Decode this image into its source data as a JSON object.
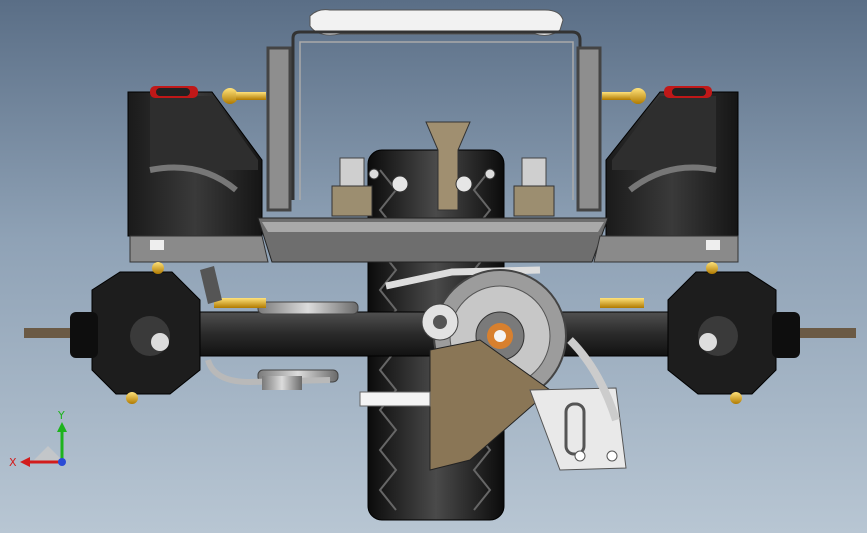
{
  "viewport": {
    "background_top": "#5a6e86",
    "background_bottom": "#b8c6d3"
  },
  "triad": {
    "x_label": "X",
    "y_label": "Y",
    "x_color": "#d21c1c",
    "y_color": "#1db31d",
    "z_color": "#2a4bd6"
  },
  "model": {
    "parts": [
      "top-plate",
      "roll-hoop",
      "side-battery-box-left",
      "side-battery-box-right",
      "center-tire",
      "chassis-crossmember",
      "front-axle",
      "knuckle-left",
      "knuckle-right",
      "gear-cover",
      "servo-mount",
      "steering-link"
    ]
  }
}
